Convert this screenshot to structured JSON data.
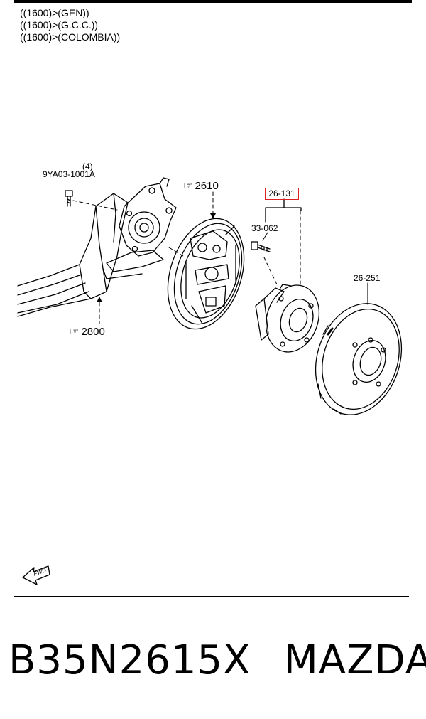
{
  "conditions": [
    "((1600)>(GEN))",
    "((1600)>(G.C.C.))",
    "((1600)>(COLOMBIA))"
  ],
  "labels": {
    "bolt_qty": "(4)",
    "bolt_part": "9YA03-1001A",
    "ref_backplate": "2610",
    "ref_axle": "2800",
    "hub_group": "26-131",
    "hub_bolt": "33-062",
    "drum": "26-251",
    "fwd": "FWD"
  },
  "footer": {
    "part_number": "B35N2615X",
    "brand": "MAZDA"
  },
  "colors": {
    "highlight": "#e02020",
    "ink": "#000000"
  },
  "icons": [
    "pointing-hand-icon",
    "fwd-arrow-icon"
  ]
}
